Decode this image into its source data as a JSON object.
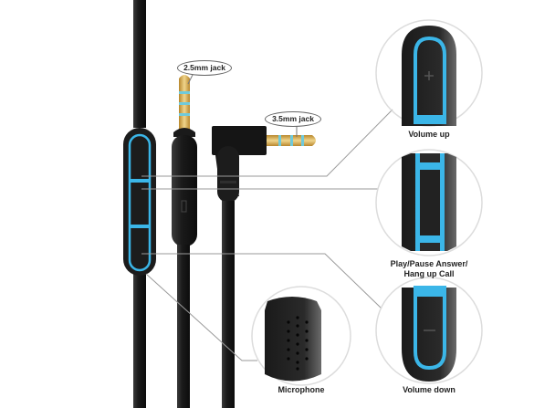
{
  "diagram": {
    "subject": "Headphone cable with inline remote and microphone",
    "colors": {
      "cable": "#1e1e1e",
      "accent_blue": "#3bb6e8",
      "gold": "#d9b25a",
      "leader_line": "#9a9a9a",
      "magnifier_ring": "#dcdcdc"
    },
    "connectors": [
      {
        "label": "2.5mm jack"
      },
      {
        "label": "3.5mm jack"
      }
    ],
    "callouts": [
      {
        "label": "Volume up",
        "icon": "plus-icon"
      },
      {
        "label_line1": "Play/Pause Answer/",
        "label_line2": "Hang up Call",
        "icon": "none"
      },
      {
        "label": "Volume down",
        "icon": "minus-icon"
      },
      {
        "label": "Microphone",
        "icon": "microphone-holes-icon"
      }
    ]
  }
}
